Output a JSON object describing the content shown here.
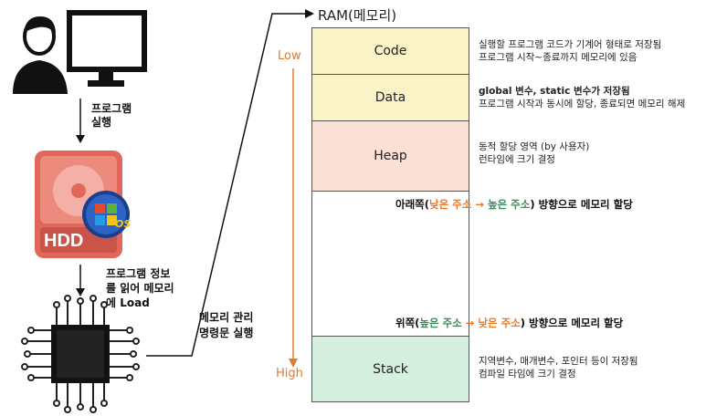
{
  "left_flow": {
    "step1_label": "프로그램\n실행",
    "step2_label": "프로그램 정보\n를 읽어 메모리\n에 Load",
    "hdd_label": "HDD",
    "os_label": "OS",
    "cpu_label": "메모리 관리\n명령문 실행"
  },
  "ram": {
    "title": "RAM(메모리)",
    "low_label": "Low",
    "high_label": "High",
    "segments": {
      "code": "Code",
      "data": "Data",
      "heap": "Heap",
      "stack": "Stack"
    }
  },
  "descriptions": {
    "code": [
      "실행할 프로그램 코드가 기계어 형태로 저장됨",
      "프로그램 시작~종료까지 메모리에 있음"
    ],
    "data": [
      "global 변수, static 변수가 저장됨",
      "프로그램 시작과 동시에 할당, 종료되면 메모리 해제"
    ],
    "heap": [
      "동적 할당 영역 (by 사용자)",
      "런타임에 크기 결정"
    ],
    "stack": [
      "지역변수, 매개변수, 포인터 등이 저장됨",
      "컴파일 타임에 크기 결정"
    ]
  },
  "heap_growth": {
    "prefix": "아래쪽(",
    "from": "낮은 주소",
    "arrow": " → ",
    "to": "높은 주소",
    "suffix": ") 방향으로 메모리 할당"
  },
  "stack_growth": {
    "prefix": "위쪽(",
    "from": "높은 주소",
    "arrow": " → ",
    "to": "낮은 주소",
    "suffix": ") 방향으로 메모리 할당"
  },
  "colors": {
    "accent_orange": "#e8782c",
    "accent_green": "#3a8a5a",
    "code_data_fill": "#fbf3c8",
    "heap_fill": "#fbe0d6",
    "stack_fill": "#d6f0e0",
    "hdd_red": "#e0675a"
  }
}
